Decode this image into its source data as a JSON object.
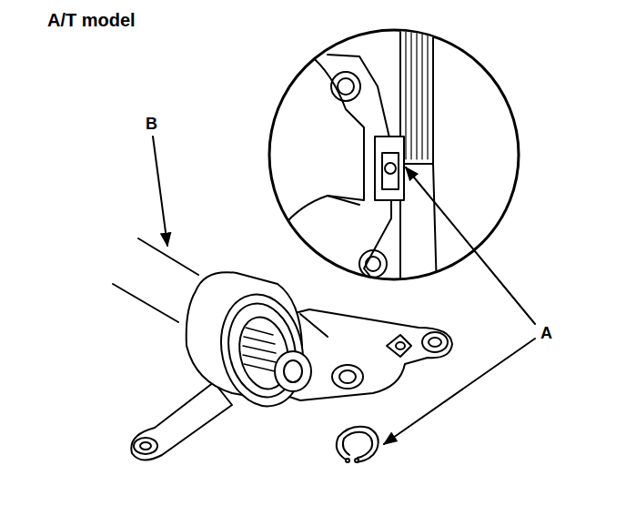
{
  "diagram": {
    "title": "A/T model",
    "labels": [
      "B",
      "A"
    ]
  }
}
